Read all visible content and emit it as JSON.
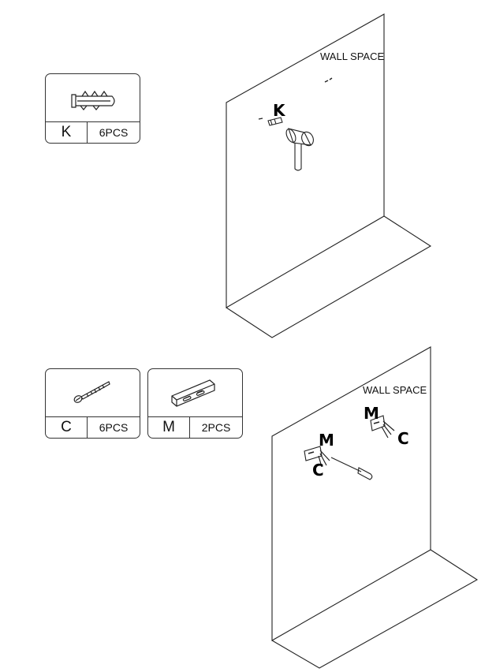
{
  "parts": {
    "k": {
      "letter": "K",
      "qty": "6PCS",
      "icon": "wall-plug-anchor-icon"
    },
    "c": {
      "letter": "C",
      "qty": "6PCS",
      "icon": "screw-icon"
    },
    "m": {
      "letter": "M",
      "qty": "2PCS",
      "icon": "mounting-bracket-icon"
    }
  },
  "step1": {
    "wall_label": "WALL SPACE",
    "callout_k": "K"
  },
  "step2": {
    "wall_label": "WALL SPACE",
    "callout_m1": "M",
    "callout_c1": "C",
    "callout_m2": "M",
    "callout_c2": "C"
  }
}
